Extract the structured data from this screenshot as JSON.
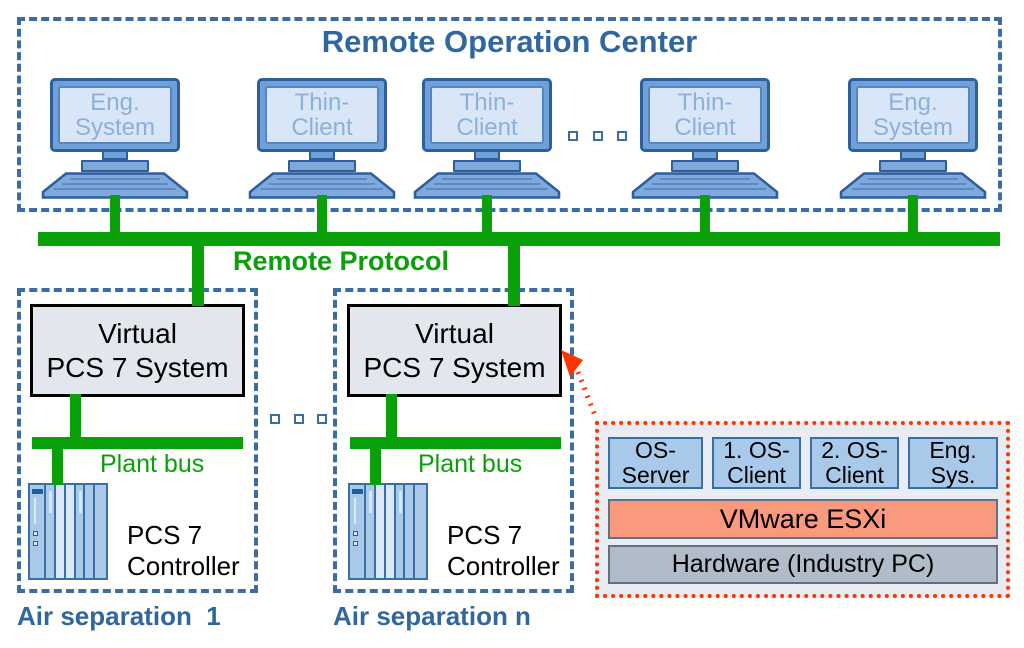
{
  "colors": {
    "network_green": "#0AA00A",
    "steel_blue": "#31679F",
    "dashed_border_blue": "#3A6DA4",
    "box_border_blue": "#3B6EA5",
    "light_blue_fill": "#A9C9EA",
    "monitor_fill": "#6FA0D8",
    "screen_fill": "#D9E6F7",
    "virtual_box_fill": "#E3E7ED",
    "hypervisor_salmon": "#F9997E",
    "hardware_gray": "#B0BDC9",
    "callout_red": "#FF3300"
  },
  "roc": {
    "title": "Remote Operation Center",
    "computers": [
      {
        "label": "Eng.\nSystem"
      },
      {
        "label": "Thin-\nClient"
      },
      {
        "label": "Thin-\nClient"
      },
      {
        "label": "Thin-\nClient"
      },
      {
        "label": "Eng.\nSystem"
      }
    ]
  },
  "network": {
    "remote_protocol": "Remote Protocol"
  },
  "plants": [
    {
      "virtual_system": "Virtual\nPCS 7 System",
      "plant_bus": "Plant bus",
      "controller": "PCS 7\nController",
      "caption": "Air separation  1"
    },
    {
      "virtual_system": "Virtual\nPCS 7 System",
      "plant_bus": "Plant bus",
      "controller": "PCS 7\nController",
      "caption": "Air separation n"
    }
  ],
  "inset": {
    "vms": [
      {
        "label": "OS-\nServer"
      },
      {
        "label": "1. OS-\nClient"
      },
      {
        "label": "2. OS-\nClient"
      },
      {
        "label": "Eng.\nSys."
      }
    ],
    "hypervisor": "VMware ESXi",
    "hardware": "Hardware (Industry PC)"
  }
}
